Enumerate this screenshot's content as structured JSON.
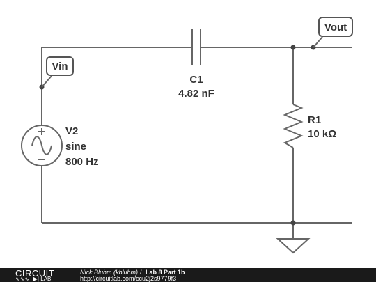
{
  "components": {
    "c1": {
      "name": "C1",
      "value": "4.82 nF"
    },
    "r1": {
      "name": "R1",
      "value": "10 kΩ"
    },
    "v2": {
      "name": "V2",
      "type": "sine",
      "frequency": "800 Hz"
    }
  },
  "nodes": {
    "vin": "Vin",
    "vout": "Vout"
  },
  "footer": {
    "logo_top": "CIRCUIT",
    "logo_bottom": "LAB",
    "author": "Nick Bluhm (kbluhm)",
    "separator": "/",
    "title": "Lab 8 Part 1b",
    "url": "http://circuitlab.com/ccu2j2s9779f3"
  },
  "colors": {
    "wire": "#666666",
    "footer_bg": "#1a1a1a",
    "text": "#333333"
  }
}
